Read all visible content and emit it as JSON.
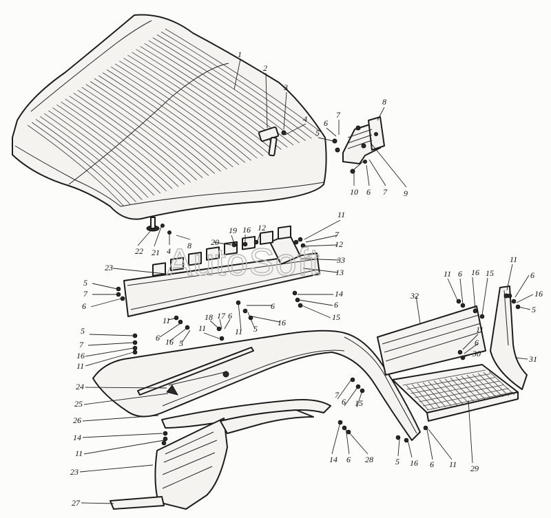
{
  "watermark": "AutoSoft",
  "callouts": [
    {
      "id": "c1",
      "text": "1"
    },
    {
      "id": "c2",
      "text": "2"
    },
    {
      "id": "c3",
      "text": "3"
    },
    {
      "id": "c4a",
      "text": "4"
    },
    {
      "id": "c5a",
      "text": "5"
    },
    {
      "id": "c6a",
      "text": "6"
    },
    {
      "id": "c7a",
      "text": "7"
    },
    {
      "id": "c8",
      "text": "8"
    },
    {
      "id": "c10",
      "text": "10"
    },
    {
      "id": "c6b",
      "text": "6"
    },
    {
      "id": "c7b",
      "text": "7"
    },
    {
      "id": "c9",
      "text": "9"
    },
    {
      "id": "c22",
      "text": "22"
    },
    {
      "id": "c21",
      "text": "21"
    },
    {
      "id": "c4b",
      "text": "4"
    },
    {
      "id": "c8b",
      "text": "8"
    },
    {
      "id": "c19",
      "text": "19"
    },
    {
      "id": "c16a",
      "text": "16"
    },
    {
      "id": "c12a",
      "text": "12"
    },
    {
      "id": "c20",
      "text": "20"
    },
    {
      "id": "c11a",
      "text": "11"
    },
    {
      "id": "c7c",
      "text": "7"
    },
    {
      "id": "c12b",
      "text": "12"
    },
    {
      "id": "c33",
      "text": "33"
    },
    {
      "id": "c13",
      "text": "13"
    },
    {
      "id": "c23a",
      "text": "23"
    },
    {
      "id": "c5b",
      "text": "5"
    },
    {
      "id": "c7d",
      "text": "7"
    },
    {
      "id": "c6c",
      "text": "6"
    },
    {
      "id": "c14a",
      "text": "14"
    },
    {
      "id": "c6d",
      "text": "6"
    },
    {
      "id": "c15a",
      "text": "15"
    },
    {
      "id": "c6e",
      "text": "6"
    },
    {
      "id": "c16b",
      "text": "16"
    },
    {
      "id": "c11b",
      "text": "11"
    },
    {
      "id": "c5c",
      "text": "5"
    },
    {
      "id": "c11c",
      "text": "11"
    },
    {
      "id": "c6f",
      "text": "6"
    },
    {
      "id": "c16c",
      "text": "16"
    },
    {
      "id": "c5d",
      "text": "5"
    },
    {
      "id": "c18",
      "text": "18"
    },
    {
      "id": "c17",
      "text": "17"
    },
    {
      "id": "c6g",
      "text": "6"
    },
    {
      "id": "c11d",
      "text": "11"
    },
    {
      "id": "c5e",
      "text": "5"
    },
    {
      "id": "c7e",
      "text": "7"
    },
    {
      "id": "c16d",
      "text": "16"
    },
    {
      "id": "c11e",
      "text": "11"
    },
    {
      "id": "c24",
      "text": "24"
    },
    {
      "id": "c25",
      "text": "25"
    },
    {
      "id": "c26",
      "text": "26"
    },
    {
      "id": "c14b",
      "text": "14"
    },
    {
      "id": "c11f",
      "text": "11"
    },
    {
      "id": "c23b",
      "text": "23"
    },
    {
      "id": "c27",
      "text": "27"
    },
    {
      "id": "c32",
      "text": "32"
    },
    {
      "id": "c11g",
      "text": "11"
    },
    {
      "id": "c6h",
      "text": "6"
    },
    {
      "id": "c16e",
      "text": "16"
    },
    {
      "id": "c15b",
      "text": "15"
    },
    {
      "id": "c11h",
      "text": "11"
    },
    {
      "id": "c6i",
      "text": "6"
    },
    {
      "id": "c16f",
      "text": "16"
    },
    {
      "id": "c5f",
      "text": "5"
    },
    {
      "id": "c11i",
      "text": "11"
    },
    {
      "id": "c6j",
      "text": "6"
    },
    {
      "id": "c30",
      "text": "30"
    },
    {
      "id": "c31",
      "text": "31"
    },
    {
      "id": "c7f",
      "text": "7"
    },
    {
      "id": "c6k",
      "text": "6"
    },
    {
      "id": "c15c",
      "text": "15"
    },
    {
      "id": "c14c",
      "text": "14"
    },
    {
      "id": "c6l",
      "text": "6"
    },
    {
      "id": "c28",
      "text": "28"
    },
    {
      "id": "c5g",
      "text": "5"
    },
    {
      "id": "c16g",
      "text": "16"
    },
    {
      "id": "c6m",
      "text": "6"
    },
    {
      "id": "c11j",
      "text": "11"
    },
    {
      "id": "c29",
      "text": "29"
    }
  ]
}
